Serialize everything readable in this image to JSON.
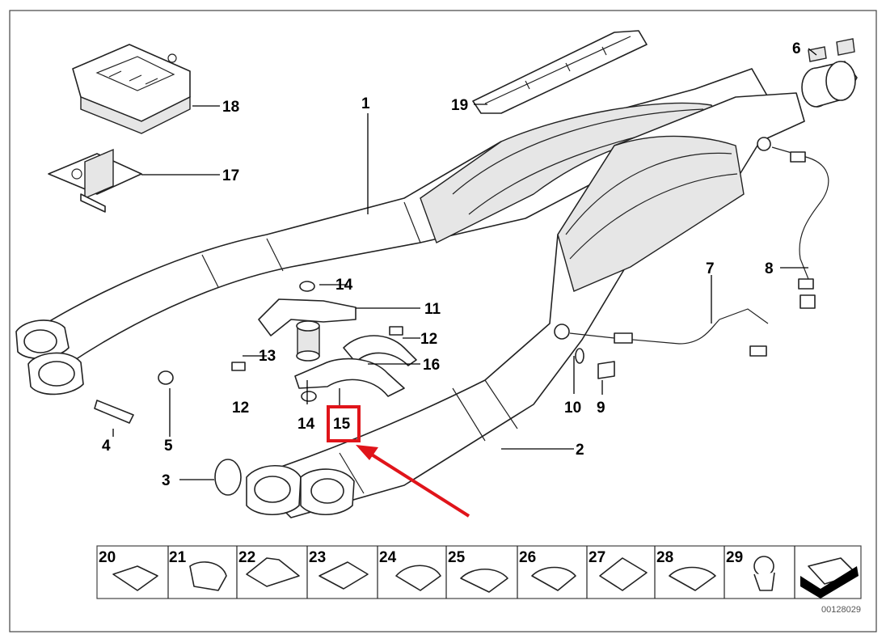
{
  "diagram": {
    "part_labels": [
      "1",
      "2",
      "3",
      "4",
      "5",
      "6",
      "7",
      "8",
      "9",
      "10",
      "11",
      "12",
      "12",
      "13",
      "14",
      "14",
      "15",
      "16",
      "17",
      "18",
      "19"
    ],
    "clip_labels": [
      "20",
      "21",
      "22",
      "23",
      "24",
      "25",
      "26",
      "27",
      "28",
      "29"
    ],
    "catalog_number": "00128029",
    "highlight": {
      "label": "15",
      "color": "#e0141a"
    },
    "colors": {
      "line": "#222222",
      "highlight": "#e0141a"
    }
  }
}
